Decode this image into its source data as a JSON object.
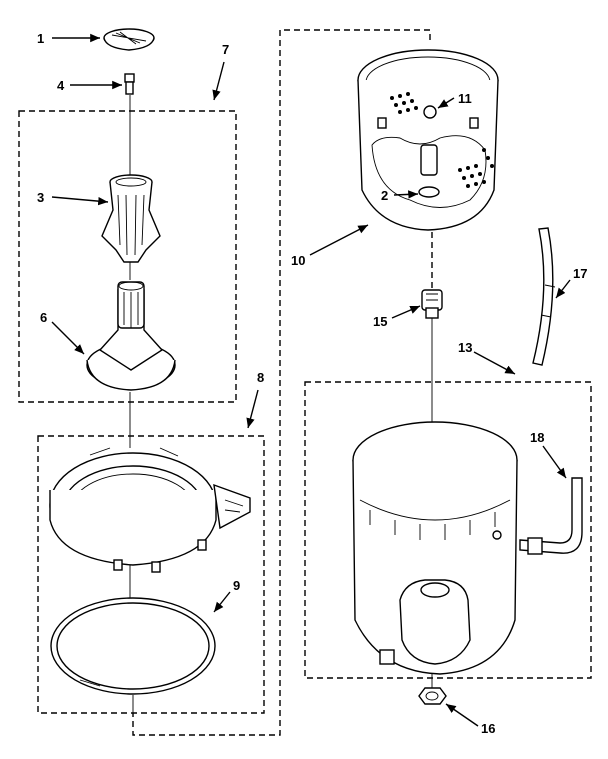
{
  "callouts": [
    {
      "id": "c1",
      "text": "1"
    },
    {
      "id": "c2",
      "text": "2"
    },
    {
      "id": "c3",
      "text": "3"
    },
    {
      "id": "c4",
      "text": "4"
    },
    {
      "id": "c6",
      "text": "6"
    },
    {
      "id": "c7",
      "text": "7"
    },
    {
      "id": "c8",
      "text": "8"
    },
    {
      "id": "c9",
      "text": "9"
    },
    {
      "id": "c10",
      "text": "10"
    },
    {
      "id": "c11",
      "text": "11"
    },
    {
      "id": "c13",
      "text": "13"
    },
    {
      "id": "c15",
      "text": "15"
    },
    {
      "id": "c16",
      "text": "16"
    },
    {
      "id": "c17",
      "text": "17"
    },
    {
      "id": "c18",
      "text": "18"
    }
  ]
}
